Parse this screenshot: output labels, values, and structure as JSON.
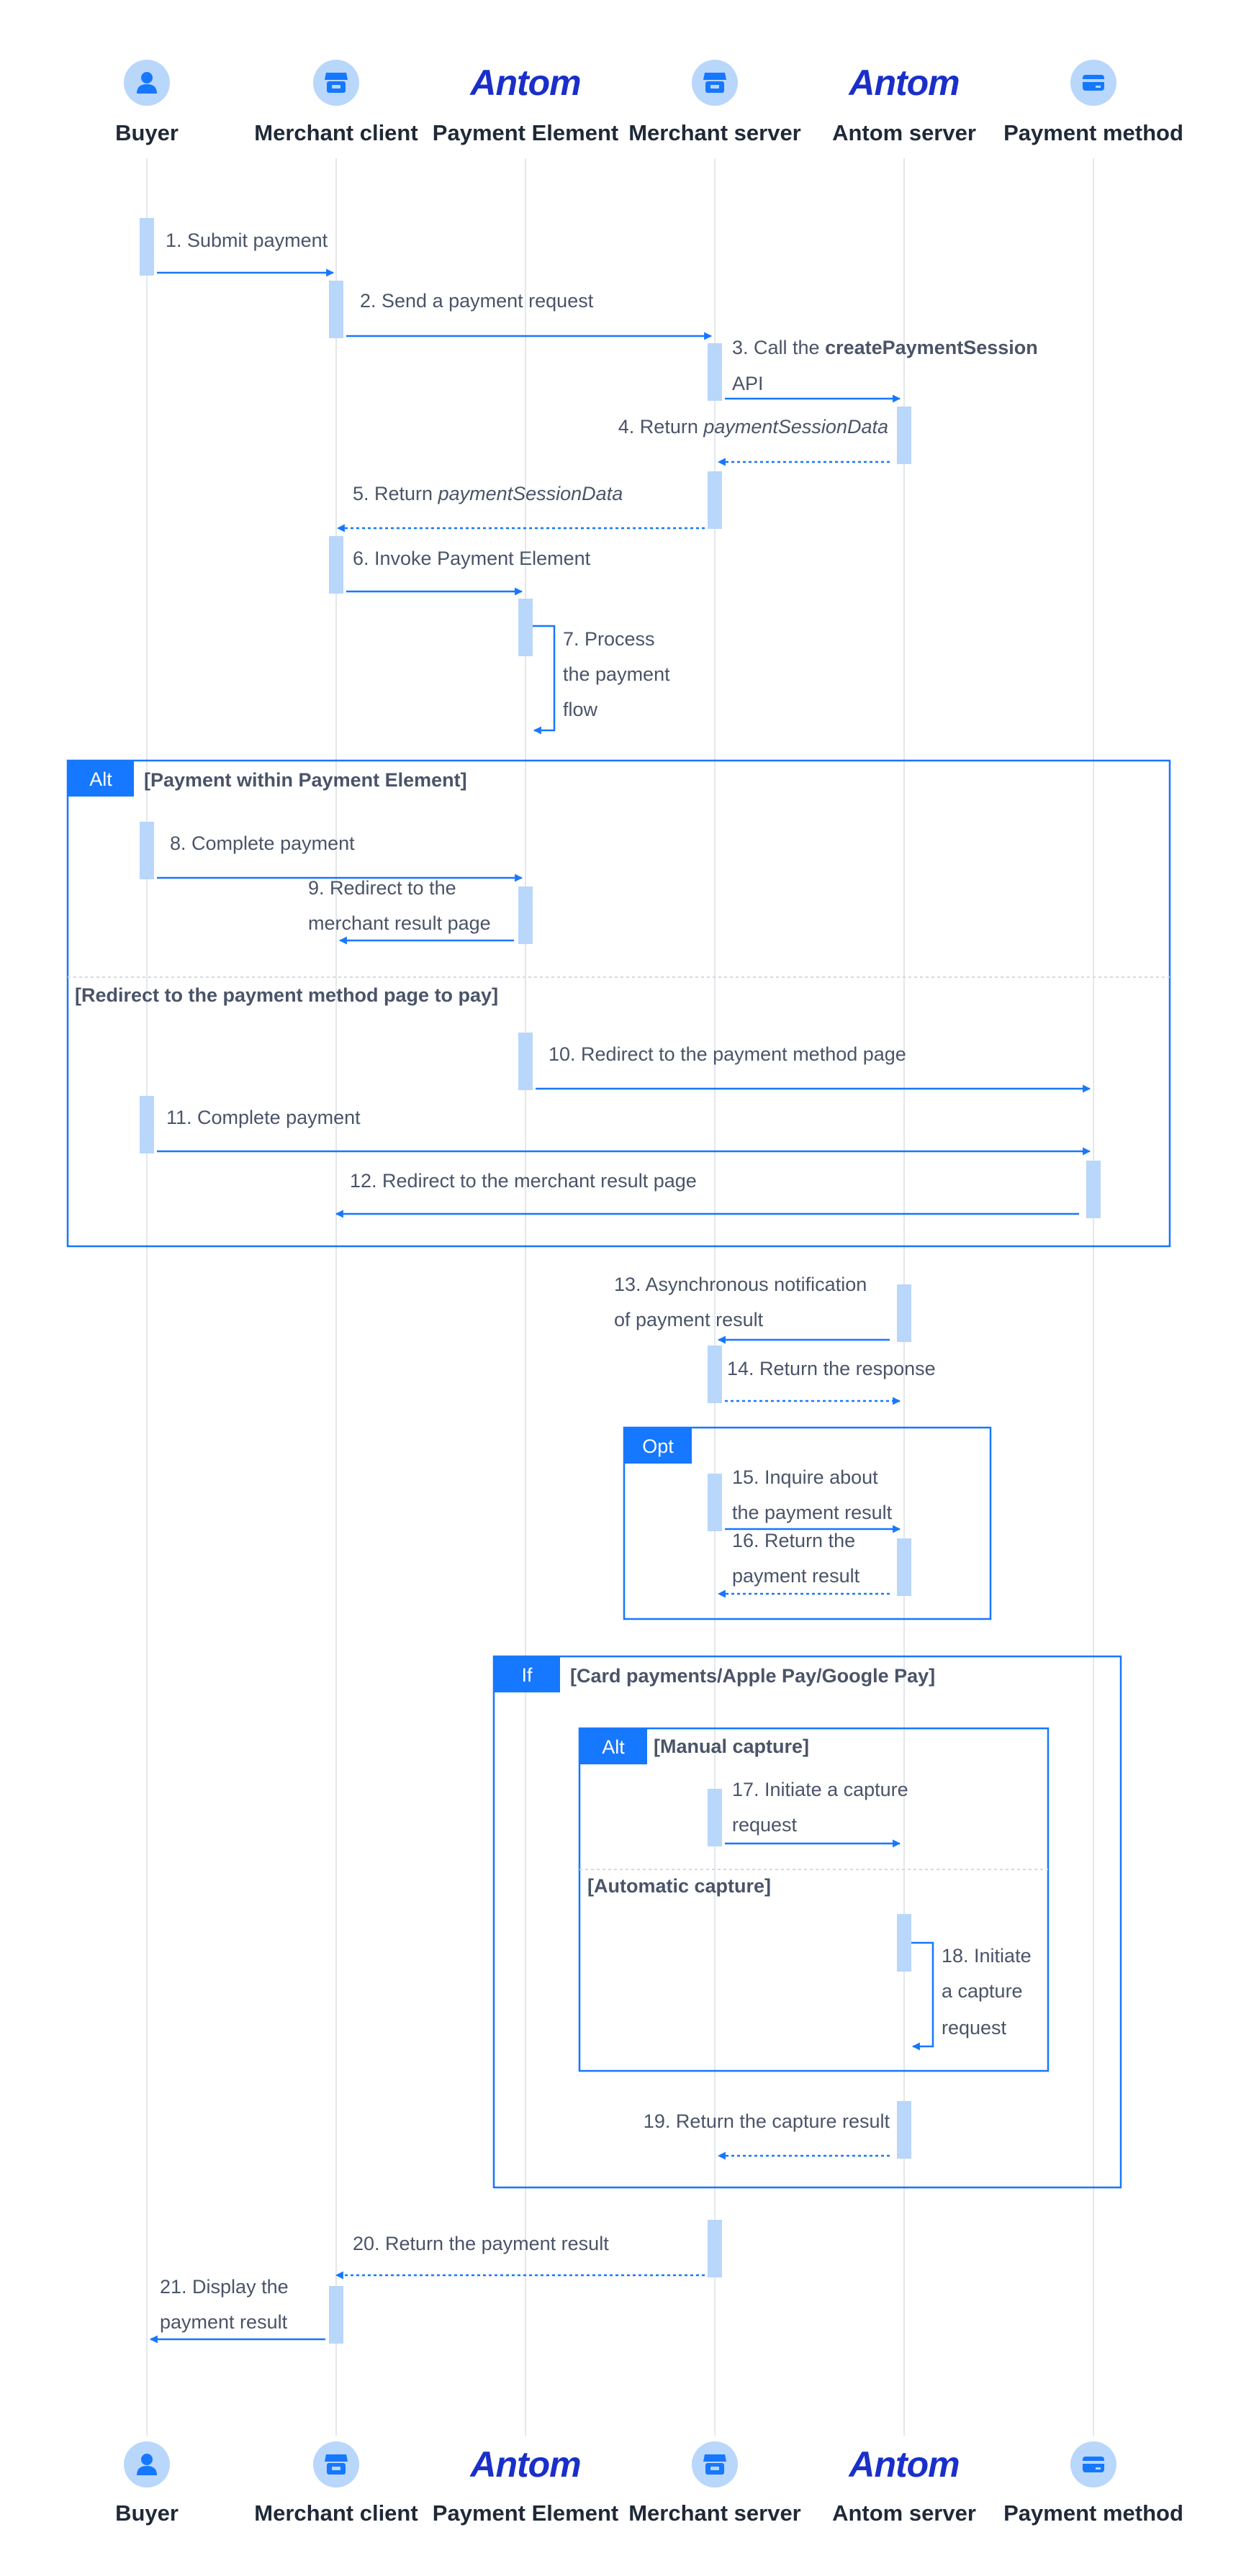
{
  "colors": {
    "accent": "#1677ff",
    "activation": "#b9d6fb",
    "lifeline": "#e4e7eb",
    "text": "#4a5468",
    "participant_text": "#1f2937",
    "antom_logo": "#1a2fc9",
    "icon_bg": "#b9d6fb"
  },
  "participants": [
    {
      "name": "Buyer",
      "icon": "person-icon"
    },
    {
      "name": "Merchant client",
      "icon": "store-icon"
    },
    {
      "name": "Payment Element",
      "icon": "antom-logo",
      "logo_text": "Antom"
    },
    {
      "name": "Merchant server",
      "icon": "store-icon"
    },
    {
      "name": "Antom server",
      "icon": "antom-logo",
      "logo_text": "Antom"
    },
    {
      "name": "Payment method",
      "icon": "card-icon"
    }
  ],
  "fragments": [
    {
      "tag": "Alt",
      "conditions": [
        "[Payment within Payment Element]",
        "[Redirect to the payment method page to pay]"
      ]
    },
    {
      "tag": "Opt",
      "conditions": []
    },
    {
      "tag": "If",
      "conditions": [
        "[Card payments/Apple Pay/Google Pay]"
      ]
    },
    {
      "tag": "Alt",
      "conditions": [
        "[Manual capture]",
        "[Automatic capture]"
      ]
    }
  ],
  "messages": [
    {
      "step": 1,
      "from": "Buyer",
      "to": "Merchant client",
      "style": "solid",
      "lines": [
        [
          {
            "t": "1. Submit payment"
          }
        ]
      ]
    },
    {
      "step": 2,
      "from": "Merchant client",
      "to": "Merchant server",
      "style": "solid",
      "lines": [
        [
          {
            "t": "2. Send a payment request"
          }
        ]
      ]
    },
    {
      "step": 3,
      "from": "Merchant server",
      "to": "Antom server",
      "style": "solid",
      "lines": [
        [
          {
            "t": "3. Call the "
          },
          {
            "t": "createPaymentSession",
            "b": true
          }
        ],
        [
          {
            "t": "API"
          }
        ]
      ]
    },
    {
      "step": 4,
      "from": "Antom server",
      "to": "Merchant server",
      "style": "dotted",
      "lines": [
        [
          {
            "t": "4. Return "
          },
          {
            "t": "paymentSessionData",
            "i": true
          }
        ]
      ]
    },
    {
      "step": 5,
      "from": "Merchant server",
      "to": "Merchant client",
      "style": "dotted",
      "lines": [
        [
          {
            "t": "5. Return "
          },
          {
            "t": "paymentSessionData",
            "i": true
          }
        ]
      ]
    },
    {
      "step": 6,
      "from": "Merchant client",
      "to": "Payment Element",
      "style": "solid",
      "lines": [
        [
          {
            "t": "6. Invoke Payment Element"
          }
        ]
      ]
    },
    {
      "step": 7,
      "from": "Payment Element",
      "to": "Payment Element",
      "style": "self",
      "lines": [
        [
          {
            "t": "7. Process"
          }
        ],
        [
          {
            "t": "the payment"
          }
        ],
        [
          {
            "t": "flow"
          }
        ]
      ]
    },
    {
      "step": 8,
      "from": "Buyer",
      "to": "Payment Element",
      "style": "solid",
      "lines": [
        [
          {
            "t": "8. Complete payment"
          }
        ]
      ]
    },
    {
      "step": 9,
      "from": "Payment Element",
      "to": "Merchant client",
      "style": "solid",
      "lines": [
        [
          {
            "t": "9. Redirect to the"
          }
        ],
        [
          {
            "t": "merchant result page"
          }
        ]
      ]
    },
    {
      "step": 10,
      "from": "Payment Element",
      "to": "Payment method",
      "style": "solid",
      "lines": [
        [
          {
            "t": "10. Redirect to the payment method page"
          }
        ]
      ]
    },
    {
      "step": 11,
      "from": "Buyer",
      "to": "Payment method",
      "style": "solid",
      "lines": [
        [
          {
            "t": "11. Complete payment"
          }
        ]
      ]
    },
    {
      "step": 12,
      "from": "Payment method",
      "to": "Merchant client",
      "style": "solid",
      "lines": [
        [
          {
            "t": "12. Redirect to the merchant result page"
          }
        ]
      ]
    },
    {
      "step": 13,
      "from": "Antom server",
      "to": "Merchant server",
      "style": "solid",
      "lines": [
        [
          {
            "t": "13. Asynchronous notification"
          }
        ],
        [
          {
            "t": "of payment result"
          }
        ]
      ]
    },
    {
      "step": 14,
      "from": "Merchant server",
      "to": "Antom server",
      "style": "dotted",
      "lines": [
        [
          {
            "t": "14. Return the response"
          }
        ]
      ]
    },
    {
      "step": 15,
      "from": "Merchant server",
      "to": "Antom server",
      "style": "solid",
      "lines": [
        [
          {
            "t": "15. Inquire about"
          }
        ],
        [
          {
            "t": "the payment result"
          }
        ]
      ]
    },
    {
      "step": 16,
      "from": "Antom server",
      "to": "Merchant server",
      "style": "dotted",
      "lines": [
        [
          {
            "t": "16. Return the"
          }
        ],
        [
          {
            "t": "payment result"
          }
        ]
      ]
    },
    {
      "step": 17,
      "from": "Merchant server",
      "to": "Antom server",
      "style": "solid",
      "lines": [
        [
          {
            "t": "17. Initiate a capture"
          }
        ],
        [
          {
            "t": "request"
          }
        ]
      ]
    },
    {
      "step": 18,
      "from": "Antom server",
      "to": "Antom server",
      "style": "self",
      "lines": [
        [
          {
            "t": "18. Initiate"
          }
        ],
        [
          {
            "t": "a capture"
          }
        ],
        [
          {
            "t": "request"
          }
        ]
      ]
    },
    {
      "step": 19,
      "from": "Antom server",
      "to": "Merchant server",
      "style": "dotted",
      "lines": [
        [
          {
            "t": "19. Return the capture result"
          }
        ]
      ]
    },
    {
      "step": 20,
      "from": "Merchant server",
      "to": "Merchant client",
      "style": "dotted",
      "lines": [
        [
          {
            "t": "20. Return the payment result"
          }
        ]
      ]
    },
    {
      "step": 21,
      "from": "Merchant client",
      "to": "Buyer",
      "style": "solid",
      "lines": [
        [
          {
            "t": "21. Display the"
          }
        ],
        [
          {
            "t": "payment result"
          }
        ]
      ]
    }
  ]
}
